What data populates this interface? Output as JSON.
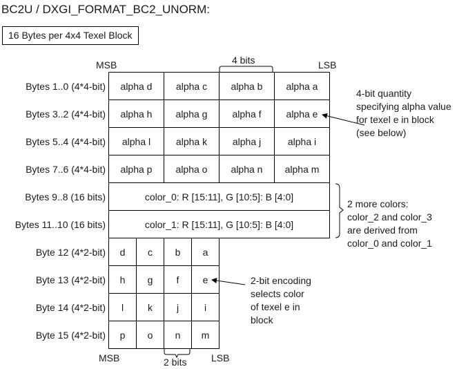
{
  "title": "BC2U / DXGI_FORMAT_BC2_UNORM:",
  "block_label": "16 Bytes per 4x4 Texel Block",
  "top": {
    "msb": "MSB",
    "lsb": "LSB",
    "bits_label": "4 bits"
  },
  "bottom": {
    "msb": "MSB",
    "lsb": "LSB",
    "bits_label": "2 bits"
  },
  "alpha_rows": [
    {
      "label": "Bytes 1..0 (4*4-bit)",
      "cells": [
        "alpha d",
        "alpha c",
        "alpha b",
        "alpha a"
      ]
    },
    {
      "label": "Bytes 3..2 (4*4-bit)",
      "cells": [
        "alpha h",
        "alpha g",
        "alpha f",
        "alpha e"
      ]
    },
    {
      "label": "Bytes 5..4 (4*4-bit)",
      "cells": [
        "alpha l",
        "alpha k",
        "alpha j",
        "alpha i"
      ]
    },
    {
      "label": "Bytes 7..6 (4*4-bit)",
      "cells": [
        "alpha p",
        "alpha o",
        "alpha n",
        "alpha m"
      ]
    }
  ],
  "color_rows": [
    {
      "label": "Bytes 9..8 (16 bits)",
      "value": "color_0: R [15:11], G [10:5]: B [4:0]"
    },
    {
      "label": "Bytes 11..10 (16 bits)",
      "value": "color_1: R [15:11], G [10:5]: B [4:0]"
    }
  ],
  "index_rows": [
    {
      "label": "Byte 12 (4*2-bit)",
      "cells": [
        "d",
        "c",
        "b",
        "a"
      ]
    },
    {
      "label": "Byte 13 (4*2-bit)",
      "cells": [
        "h",
        "g",
        "f",
        "e"
      ]
    },
    {
      "label": "Byte 14 (4*2-bit)",
      "cells": [
        "l",
        "k",
        "j",
        "i"
      ]
    },
    {
      "label": "Byte 15 (4*2-bit)",
      "cells": [
        "p",
        "o",
        "n",
        "m"
      ]
    }
  ],
  "notes": {
    "alpha": [
      "4-bit quantity",
      "specifying alpha value",
      "for texel e in block",
      "(see below)"
    ],
    "colors": [
      "2 more colors:",
      "color_2 and color_3",
      "are derived from",
      "color_0 and color_1"
    ],
    "encoding": [
      "2-bit encoding",
      "selects color",
      "of texel e in",
      "block"
    ]
  }
}
